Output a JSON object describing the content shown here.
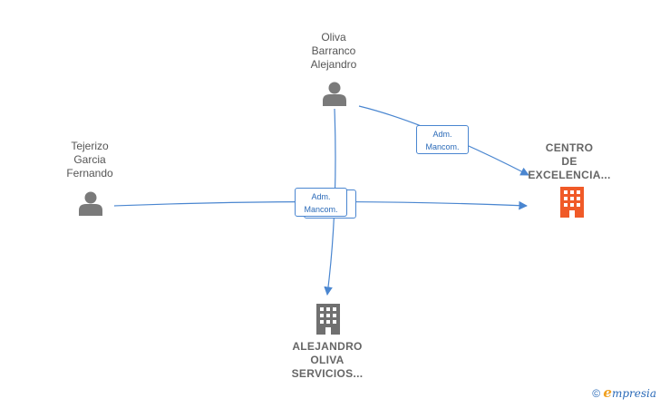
{
  "people": {
    "oliva": {
      "line1": "Oliva",
      "line2": "Barranco",
      "line3": "Alejandro",
      "icon": "person-icon"
    },
    "tejerizo": {
      "line1": "Tejerizo",
      "line2": "Garcia",
      "line3": "Fernando",
      "icon": "person-icon"
    }
  },
  "companies": {
    "centro": {
      "line1": "CENTRO",
      "line2": "DE",
      "line3": "EXCELENCIA...",
      "icon": "building-icon",
      "color": "#f05a28"
    },
    "alejandro": {
      "line1": "ALEJANDRO",
      "line2": "OLIVA",
      "line3": "SERVICIOS...",
      "icon": "building-icon",
      "color": "#707070"
    }
  },
  "roles": {
    "top": {
      "line1": "Adm.",
      "line2": "Mancom."
    },
    "center": {
      "line1": "Adm.",
      "line2": "Mancom."
    }
  },
  "colors": {
    "edge": "#4a86d0",
    "person": "#7a7a7a"
  },
  "footer": {
    "copyright": "©",
    "brand_initial": "e",
    "brand_rest": "mpresia"
  }
}
